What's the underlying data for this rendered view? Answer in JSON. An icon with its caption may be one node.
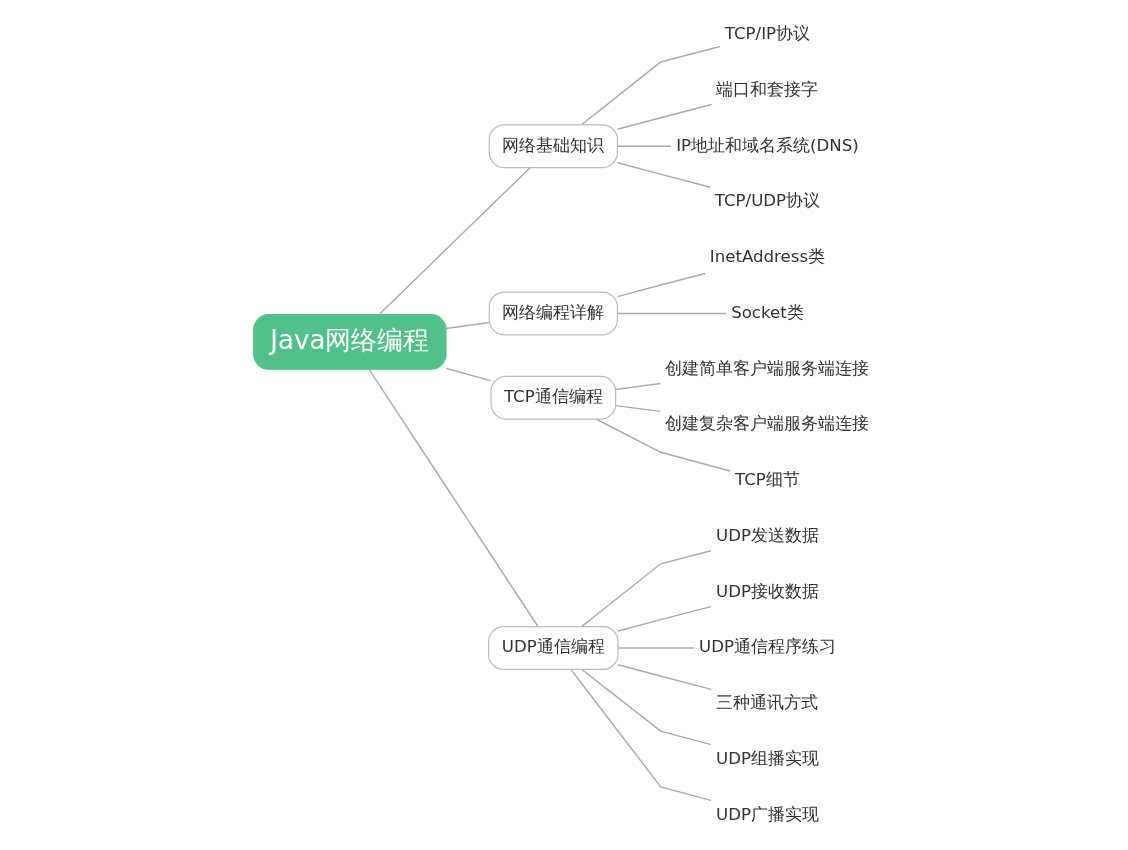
{
  "diagram": {
    "nodes": [
      {
        "text": [
          "Java网络编程"
        ]
      },
      {
        "text": [
          "网络基础知识"
        ]
      },
      {
        "text": [
          "TCP/IP协议"
        ]
      },
      {
        "text": [
          "端口和套接字"
        ]
      },
      {
        "text": [
          "IP地址和域名系统(DNS)"
        ]
      },
      {
        "text": [
          "TCP/UDP协议"
        ]
      },
      {
        "text": [
          "网络编程详解"
        ]
      },
      {
        "text": [
          "InetAddress类"
        ]
      },
      {
        "text": [
          "Socket类"
        ]
      },
      {
        "text": [
          "TCP通信编程"
        ]
      },
      {
        "text": [
          "创建简单客户端服务端连接"
        ]
      },
      {
        "text": [
          "创建复杂客户端服务端连接"
        ]
      },
      {
        "text": [
          "TCP细节"
        ]
      },
      {
        "text": [
          "UDP通信编程"
        ]
      },
      {
        "text": [
          "UDP发送数据"
        ]
      },
      {
        "text": [
          "UDP接收数据"
        ]
      },
      {
        "text": [
          "UDP通信程序练习"
        ]
      },
      {
        "text": [
          "三种通讯方式"
        ]
      },
      {
        "text": [
          "UDP组播实现"
        ]
      },
      {
        "text": [
          "UDP广播实现"
        ]
      }
    ],
    "edges": [
      {
        "from": 0,
        "to": 1,
        "arrow": "none"
      },
      {
        "from": 1,
        "to": 2,
        "arrow": "none"
      },
      {
        "from": 1,
        "to": 3,
        "arrow": "none"
      },
      {
        "from": 1,
        "to": 4,
        "arrow": "none"
      },
      {
        "from": 1,
        "to": 5,
        "arrow": "none"
      },
      {
        "from": 0,
        "to": 6,
        "arrow": "none"
      },
      {
        "from": 6,
        "to": 7,
        "arrow": "none"
      },
      {
        "from": 6,
        "to": 8,
        "arrow": "none"
      },
      {
        "from": 0,
        "to": 9,
        "arrow": "none"
      },
      {
        "from": 9,
        "to": 10,
        "arrow": "none"
      },
      {
        "from": 9,
        "to": 11,
        "arrow": "none"
      },
      {
        "from": 9,
        "to": 12,
        "arrow": "none"
      },
      {
        "from": 0,
        "to": 13,
        "arrow": "none"
      },
      {
        "from": 13,
        "to": 14,
        "arrow": "none"
      },
      {
        "from": 13,
        "to": 15,
        "arrow": "none"
      },
      {
        "from": 13,
        "to": 16,
        "arrow": "none"
      },
      {
        "from": 13,
        "to": 17,
        "arrow": "none"
      },
      {
        "from": 13,
        "to": 18,
        "arrow": "none"
      },
      {
        "from": 13,
        "to": 19,
        "arrow": "none"
      }
    ]
  }
}
